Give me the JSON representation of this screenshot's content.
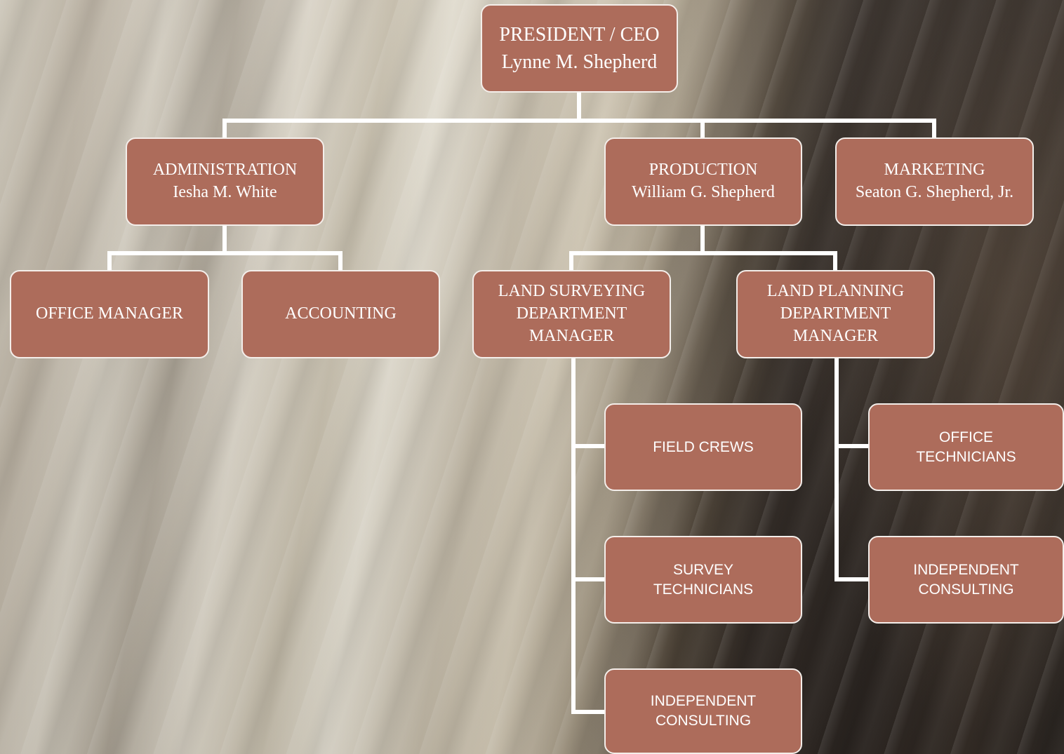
{
  "nodes": {
    "ceo": {
      "title": "PRESIDENT / CEO",
      "name": "Lynne M. Shepherd"
    },
    "administration": {
      "title": "ADMINISTRATION",
      "name": "Iesha M. White"
    },
    "production": {
      "title": "PRODUCTION",
      "name": "William G. Shepherd"
    },
    "marketing": {
      "title": "MARKETING",
      "name": "Seaton G. Shepherd, Jr."
    },
    "office_manager": {
      "title": "OFFICE MANAGER"
    },
    "accounting": {
      "title": "ACCOUNTING"
    },
    "land_surveying": {
      "line1": "LAND SURVEYING",
      "line2": "DEPARTMENT",
      "line3": "MANAGER"
    },
    "land_planning": {
      "line1": "LAND PLANNING",
      "line2": "DEPARTMENT",
      "line3": "MANAGER"
    },
    "field_crews": {
      "title": "FIELD CREWS"
    },
    "survey_technicians": {
      "line1": "SURVEY",
      "line2": "TECHNICIANS"
    },
    "independent_consulting_surveying": {
      "line1": "INDEPENDENT",
      "line2": "CONSULTING"
    },
    "office_technicians": {
      "line1": "OFFICE",
      "line2": "TECHNICIANS"
    },
    "independent_consulting_planning": {
      "line1": "INDEPENDENT",
      "line2": "CONSULTING"
    }
  },
  "colors": {
    "box_fill": "#ad6c5b",
    "box_border": "#f4eeea",
    "connector": "#ffffff",
    "text": "#ffffff"
  }
}
